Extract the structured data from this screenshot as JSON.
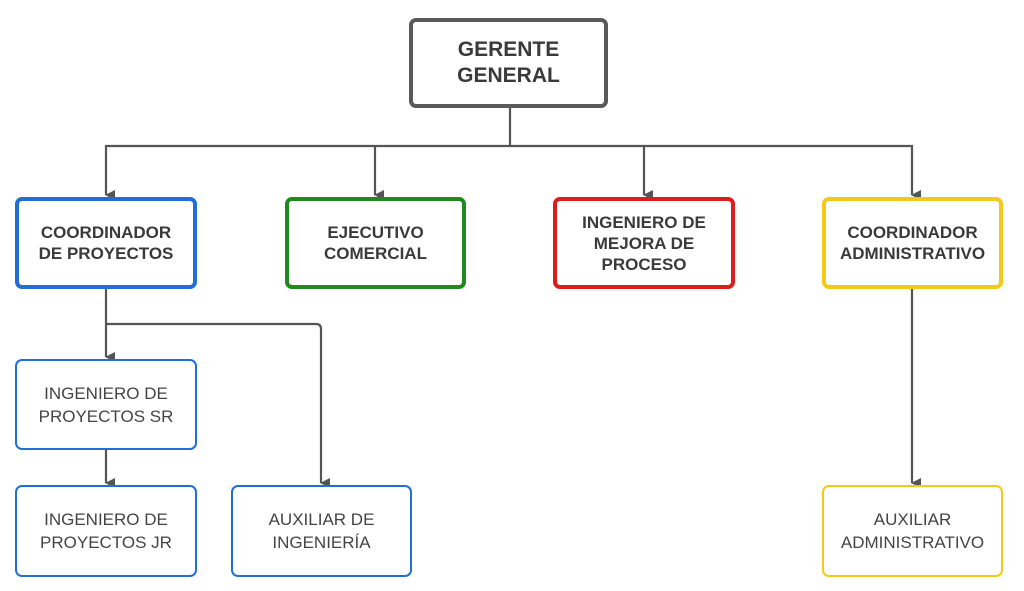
{
  "colors": {
    "gray": "#5a5a5a",
    "blue": "#1f6fd6",
    "green": "#1f8a22",
    "red": "#dd1c1c",
    "yellow": "#f5c919",
    "connector": "#555555"
  },
  "nodes": {
    "gerente_general": "GERENTE\nGENERAL",
    "coordinador_proyectos": "COORDINADOR\nDE PROYECTOS",
    "ejecutivo_comercial": "EJECUTIVO\nCOMERCIAL",
    "ingeniero_mejora": "INGENIERO DE\nMEJORA DE\nPROCESO",
    "coordinador_administrativo": "COORDINADOR\nADMINISTRATIVO",
    "ingeniero_sr": "INGENIERO DE\nPROYECTOS SR",
    "ingeniero_jr": "INGENIERO DE\nPROYECTOS JR",
    "auxiliar_ingenieria": "AUXILIAR DE\nINGENIERÍA",
    "auxiliar_administrativo": "AUXILIAR\nADMINISTRATIVO"
  }
}
